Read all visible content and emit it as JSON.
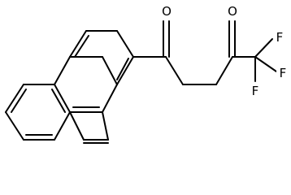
{
  "molecule": {
    "atom_labels": {
      "ketone_oxygen_1": "O",
      "ketone_oxygen_2": "O",
      "fluorine_top": "F",
      "fluorine_right": "F",
      "fluorine_bottom": "F"
    }
  }
}
